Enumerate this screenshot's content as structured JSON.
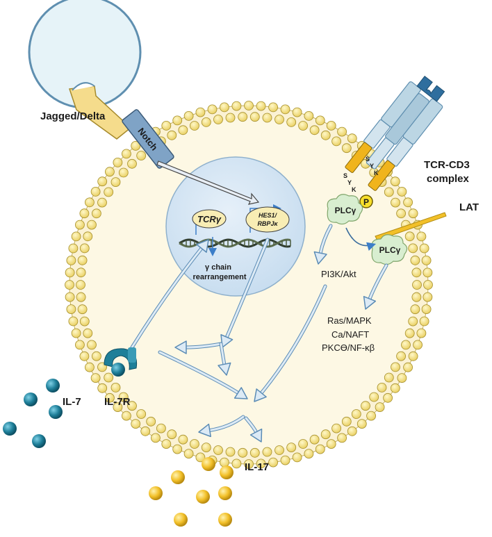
{
  "labels": {
    "jagged_delta": "Jagged/Delta",
    "notch": "Notch",
    "tcr_cd3_line1": "TCR-CD3",
    "tcr_cd3_line2": "complex",
    "lat": "LAT",
    "il7": "IL-7",
    "il7r": "IL-7R",
    "il17": "IL-17",
    "tcr_gamma_gene": "TCRγ",
    "hes1_line1": "HES1/",
    "hes1_line2": "RBPJκ",
    "gamma_chain_line1": "γ chain",
    "gamma_chain_line2": "rearrangement",
    "pi3k_akt": "PI3K/Akt",
    "plc_upper": "PLCγ",
    "plc_lower": "PLCγ",
    "phospho": "P",
    "syk_left": "SYK",
    "syk_right": "SYK",
    "pathway_line1": "Ras/MAPK",
    "pathway_line2": "Ca/NAFT",
    "pathway_line3": "PKCϴ/NF-κβ"
  },
  "colors": {
    "cell_fill": "#fdf8e4",
    "membrane_bead": "#f5e08a",
    "membrane_bead_stroke": "#a58f2c",
    "nucleus_fill": "#d6e6f4",
    "arrow_fill": "#dceaf5",
    "arrow_stroke": "#5a8bb5",
    "il7_particle": "#1e7f99",
    "il17_particle": "#f2c029",
    "notch_fill": "#7fa3c6",
    "tcr_fill": "#bcd6e4",
    "syk_fill": "#f0b41c",
    "plc_fill": "#d8eed0",
    "lat_fill": "#f2c029"
  },
  "icons": {
    "il7_cytokine": "il7-particle-icon",
    "il17_cytokine": "il17-particle-icon",
    "dna": "dna-helix-icon",
    "receptor": "receptor-icon"
  }
}
